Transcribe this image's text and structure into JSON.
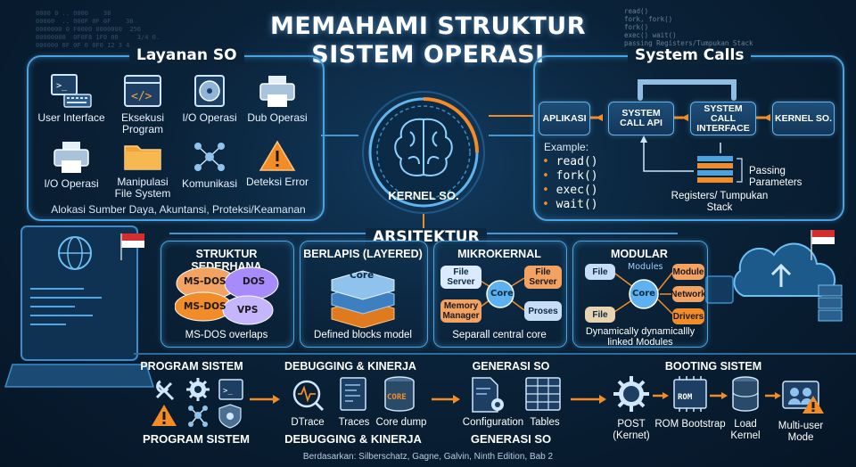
{
  "title_line1": "MEMAHAMI STRUKTUR",
  "title_line2": "SISTEM OPERASI",
  "services": {
    "title": "Layanan SO",
    "items": [
      {
        "label": "User Interface",
        "icon": "keyboard-terminal-icon"
      },
      {
        "label": "Eksekusi Program",
        "icon": "code-window-icon"
      },
      {
        "label": "I/O Operasi",
        "icon": "disc-drive-icon"
      },
      {
        "label": "Dub Operasi",
        "icon": "printer-icon"
      },
      {
        "label": "I/O Operasi",
        "icon": "printer-icon"
      },
      {
        "label": "Manipulasi File System",
        "icon": "folder-icon"
      },
      {
        "label": "Komunikasi",
        "icon": "network-icon"
      },
      {
        "label": "Deteksi Error",
        "icon": "warning-icon"
      }
    ],
    "footer": "Alokasi Sumber Daya, Akuntansi, Proteksi/Keamanan"
  },
  "kernel_label": "KERNEL SO.",
  "syscalls": {
    "title": "System Calls",
    "boxes": [
      "APLIKASI",
      "SYSTEM CALL API",
      "SYSTEM CALL INTERFACE",
      "KERNEL SO."
    ],
    "example_label": "Example:",
    "examples": [
      "read()",
      "fork()",
      "exec()",
      "wait()"
    ],
    "passing": "Passing Parameters",
    "registers": "Registers/ Tumpukan Stack",
    "code_snippet": [
      "read()",
      "fork, fork()",
      "fork()",
      "exec() wait()",
      "passing Registers/Tumpukan Stack"
    ]
  },
  "arsitektur": {
    "title": "ARSITEKTUR",
    "simple": {
      "title": "STRUKTUR SEDERHANA",
      "nodes": [
        "MS-DOS",
        "DOS",
        "MS-DOS",
        "VPS"
      ],
      "caption": "MS-DOS overlaps"
    },
    "layered": {
      "title": "BERLAPIS (LAYERED)",
      "core": "Core",
      "caption": "Defined blocks model"
    },
    "micro": {
      "title": "MIKROKERNAL",
      "nodes": [
        "File Server",
        "File Server",
        "Core",
        "Memory Manager",
        "Proses"
      ],
      "caption": "Separall central core"
    },
    "modular": {
      "title": "MODULAR",
      "modules_label": "Modules",
      "nodes": [
        "File",
        "File",
        "Core",
        "Module",
        "Network",
        "Drivers"
      ],
      "caption": "Dynamically dynamicallly linked Modules"
    }
  },
  "bottom": {
    "program": {
      "title": "PROGRAM SISTEM",
      "subtitle": "PROGRAM SISTEM"
    },
    "debug": {
      "title": "DEBUGGING & KINERJA",
      "labels": [
        "DTrace",
        "Traces",
        "Core dump"
      ],
      "subtitle": "DEBUGGING & KINERJA",
      "core_text": "CORE"
    },
    "gen": {
      "title": "GENERASI SO",
      "labels": [
        "Configuration",
        "Tables"
      ],
      "subtitle": "GENERASI SO"
    },
    "boot": {
      "title": "BOOTING SISTEM",
      "labels": [
        "POST (Kernet)",
        "ROM Bootstrap",
        "Load Kernel",
        "Multi-user Mode"
      ],
      "rom_text": "ROM"
    }
  },
  "source": "Berdasarkan: Silberschatz, Gagne, Galvin, Ninth Edition, Bab 2",
  "colors": {
    "accent": "#4aa3e0",
    "orange": "#f28c28",
    "navy": "#0a2238"
  }
}
